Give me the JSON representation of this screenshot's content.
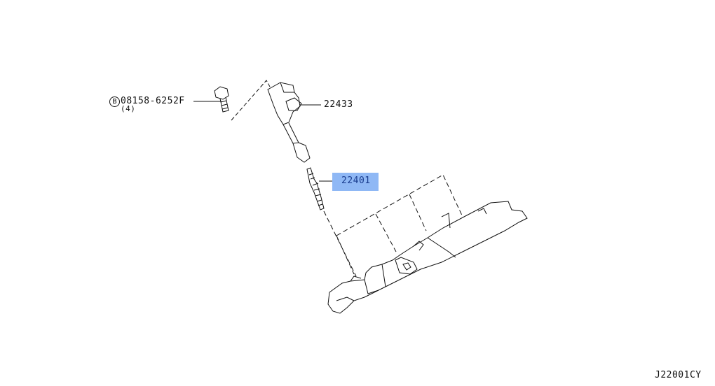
{
  "diagram_code": "J22001CY",
  "callouts": [
    {
      "part_number": "08158-6252F",
      "prefix_symbol": "B",
      "quantity": "(4)"
    },
    {
      "part_number": "22433"
    },
    {
      "part_number": "22401",
      "highlighted": true
    }
  ],
  "highlight_color": "#8fb8f5"
}
